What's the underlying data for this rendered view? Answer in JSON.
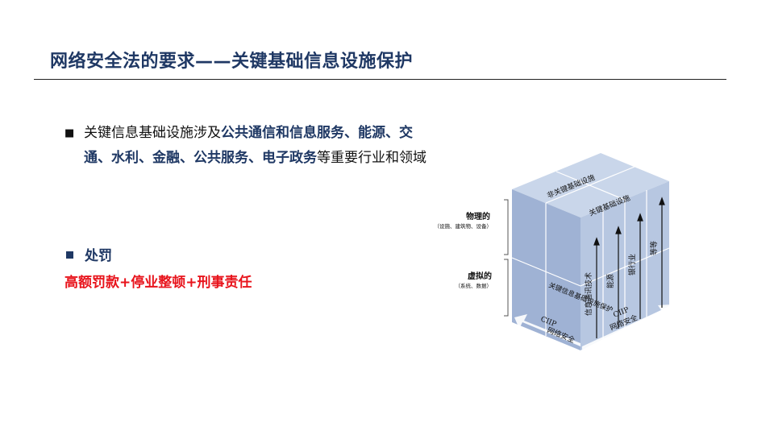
{
  "slide": {
    "title": "网络安全法的要求——关键基础信息设施保护"
  },
  "bullet1": {
    "marker": "■",
    "segments": [
      {
        "text": "关键信息基础设施涉及",
        "bold": false
      },
      {
        "text": "公共通信和信息服务、能源、交通、水利、金融、公共服务、电子政务",
        "bold": true
      },
      {
        "text": "等重要行业和领域",
        "bold": false
      }
    ]
  },
  "bullet2": {
    "label": "处罚"
  },
  "penalty": {
    "text": "高额罚款+停业整顿+刑事责任"
  },
  "cube": {
    "left_labels": {
      "physical": "物理的",
      "physical_sub": "（设施、建筑物、设备）",
      "virtual": "虚拟的",
      "virtual_sub": "（系统、数据）"
    },
    "top_labels": [
      "非关键基础设施",
      "关键基础设施"
    ],
    "column_labels": [
      "信息通讯技术",
      "能源",
      "银行业",
      "等等"
    ],
    "front_label": "关键信息基础设施保护",
    "bottom_left": [
      "CIIP",
      "网络安全"
    ],
    "bottom_right": [
      "CIIP",
      "网络安全"
    ],
    "colors": {
      "front": "#9fb2d4",
      "right": "#b7c7e1",
      "top": "#c9d6ea",
      "edge": "#ffffff",
      "arrow": "#111111"
    }
  }
}
